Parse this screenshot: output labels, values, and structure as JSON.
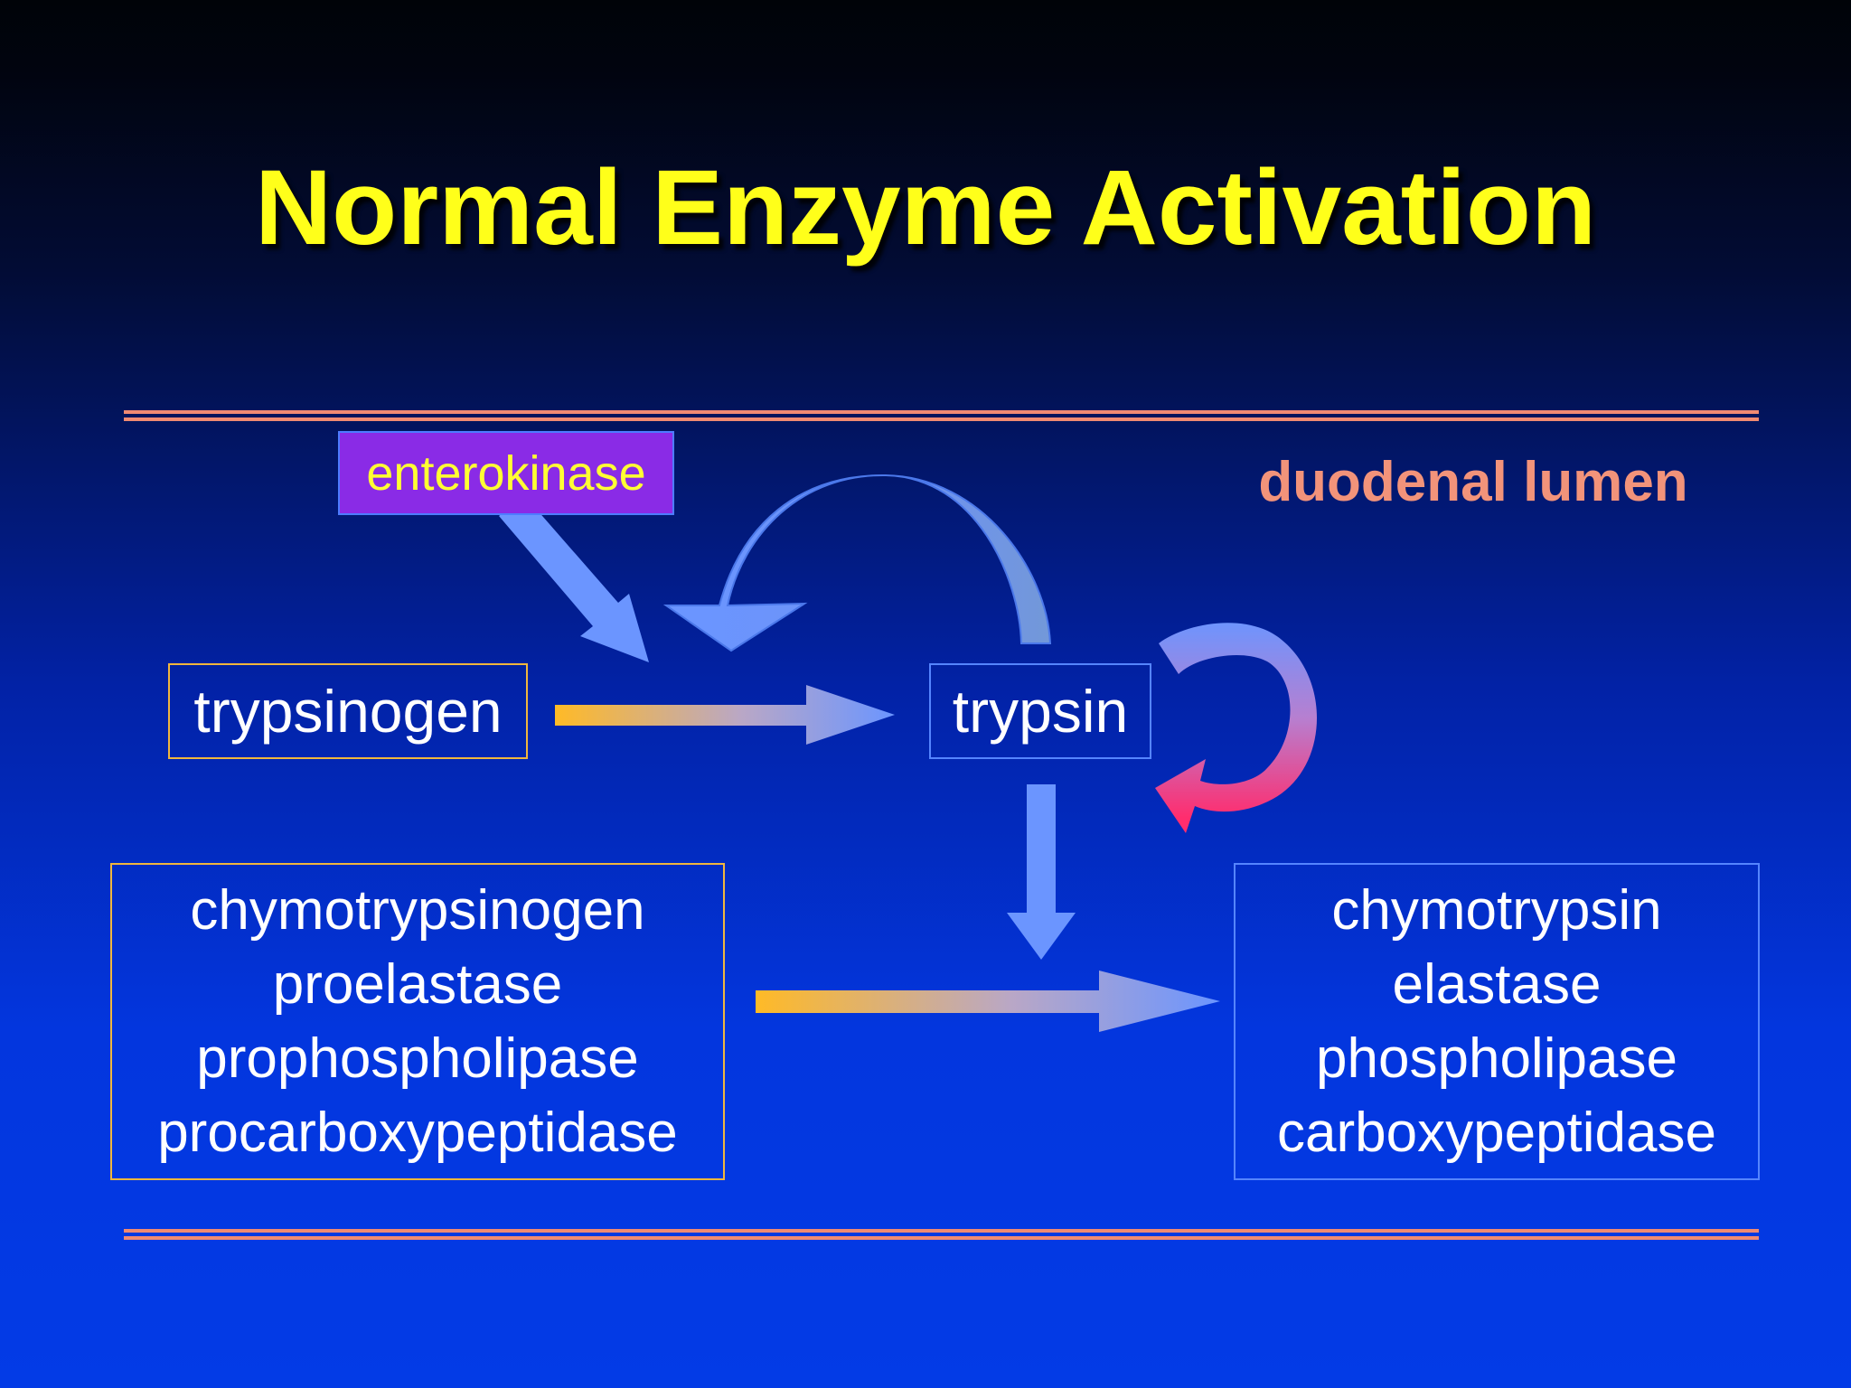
{
  "title": "Normal Enzyme Activation",
  "region_label": "duodenal lumen",
  "nodes": {
    "enterokinase": "enterokinase",
    "trypsinogen": "trypsinogen",
    "trypsin": "trypsin"
  },
  "zymogens": [
    "chymotrypsinogen",
    "proelastase",
    "prophospholipase",
    "procarboxypeptidase"
  ],
  "active_enzymes": [
    "chymotrypsin",
    "elastase",
    "phospholipase",
    "carboxypeptidase"
  ],
  "colors": {
    "title": "#ffff1a",
    "region_label": "#f2937a",
    "rule": "#f08a72",
    "enterokinase_fill": "#8a2be6",
    "zymogen_border": "#f0b73d",
    "active_border": "#5585ff",
    "arrow_blue": "#6b95ff",
    "arrow_orange": "#ffba26",
    "autocatalysis_pink": "#ff2d6e"
  }
}
